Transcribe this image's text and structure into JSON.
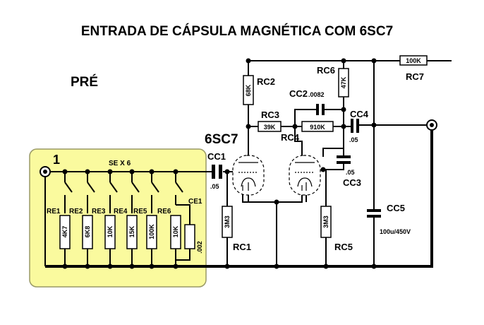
{
  "title": "ENTRADA DE CÁPSULA MAGNÉTICA COM 6SC7",
  "pre_label": "PRÉ",
  "tube_label": "6SC7",
  "input": {
    "node_number": "1",
    "switch_label": "SE X 6"
  },
  "selector_resistors": [
    {
      "name": "RE1",
      "value": "4K7"
    },
    {
      "name": "RE2",
      "value": "6K8"
    },
    {
      "name": "RE3",
      "value": "10K"
    },
    {
      "name": "RE4",
      "value": "15K"
    },
    {
      "name": "RE5",
      "value": "100K"
    },
    {
      "name": "RE6",
      "value": "10K"
    }
  ],
  "ce1": {
    "name": "CE1",
    "value": ".002"
  },
  "cc1": {
    "name": "CC1",
    "value": ".05"
  },
  "rc1": {
    "name": "RC1",
    "value": "3M3"
  },
  "rc2": {
    "name": "RC2",
    "value": "68K"
  },
  "rc3": {
    "name": "RC3",
    "value": "39K"
  },
  "rc4": {
    "name": "RC4",
    "value": "910K"
  },
  "cc2": {
    "name": "CC2",
    "value": ".0082"
  },
  "rc5": {
    "name": "RC5",
    "value": "3M3"
  },
  "rc6": {
    "name": "RC6",
    "value": "47K"
  },
  "rc7": {
    "name": "RC7",
    "value": "100K"
  },
  "cc3": {
    "name": "CC3",
    "value": ".05"
  },
  "cc4": {
    "name": "CC4",
    "value": ".05"
  },
  "cc5": {
    "name": "CC5",
    "value": "100u/450V"
  },
  "colors": {
    "input_box": "#fafa9e",
    "input_box_border": "#999966"
  }
}
